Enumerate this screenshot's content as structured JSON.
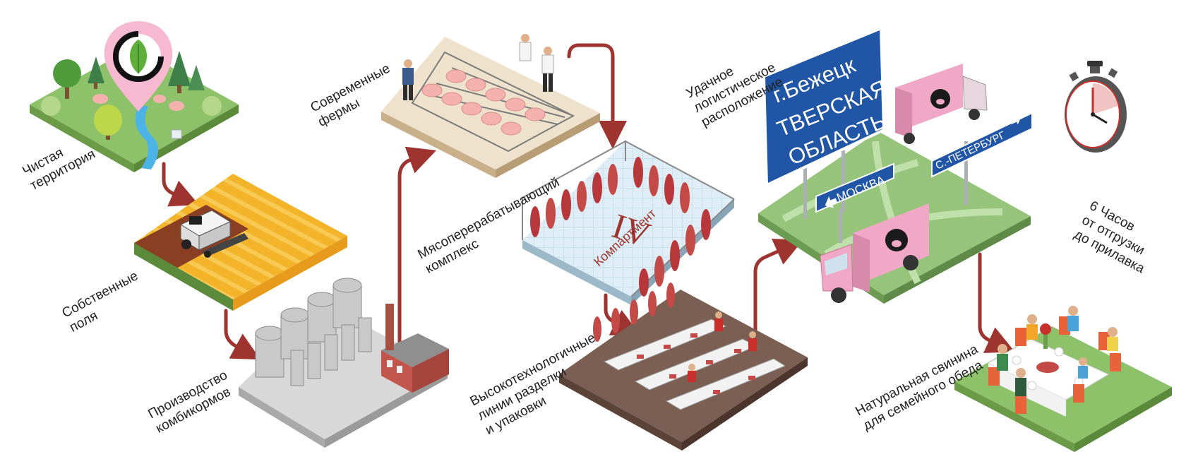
{
  "colors": {
    "arrow": "#9e3430",
    "grass": "#8dc26b",
    "field": "#f3b42a",
    "sign_blue": "#2156a6",
    "truck_pink": "#f0a8c6",
    "pig_pink": "#f4b1ae",
    "meat_red": "#b8373b",
    "logo_pink": "#f6b9cf",
    "logo_green": "#5fae3b"
  },
  "stages": {
    "clean_territory": "Чистая\nтерритория",
    "own_fields": "Собственные\nполя",
    "feed_production": "Производство\nкомбикормов",
    "modern_farms": "Современные\nфермы",
    "meat_complex": "Мясоперерабатывающий\nкомплекс",
    "hightech_lines": "Высокотехнологичные\nлинии разделки\nи упаковки",
    "logistics": "Удачное\nлогистическое\nрасположение",
    "six_hours": "6 Часов\nот отгрузки\nдо прилавка",
    "natural_pork": "Натуральная свинина\nдля семейного обеда"
  },
  "compartment": {
    "numeral": "IV",
    "word": "Компартмент"
  },
  "signs": {
    "city_line1": "г.Бежецк",
    "city_line2": "ТВЕРСКАЯ",
    "city_line3": "ОБЛАСТЬ",
    "moscow": "МОСКВА",
    "spb": "С.-ПЕТЕРБУРГ"
  },
  "icons": {
    "location": "location-pin-leaf-icon",
    "stopwatch": "stopwatch-icon",
    "truck_logo": "pig-face-icon"
  }
}
